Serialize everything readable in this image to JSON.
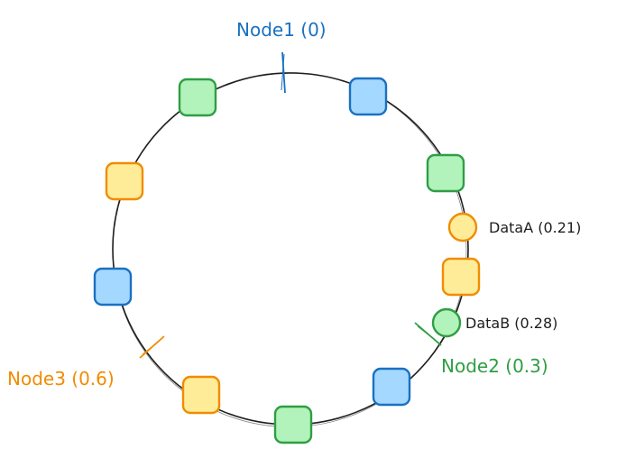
{
  "colors": {
    "ring": "#1e1e1e",
    "blue_fill": "#a5d8ff",
    "blue_stroke": "#1971c2",
    "green_fill": "#b2f2bb",
    "green_stroke": "#2f9e44",
    "yellow_fill": "#ffec99",
    "yellow_stroke": "#f08c00",
    "text": "#1e1e1e"
  },
  "nodes": [
    {
      "id": "node1",
      "label": "Node1 (0)",
      "position": 0,
      "color": "blue"
    },
    {
      "id": "node2",
      "label": "Node2 (0.3)",
      "position": 0.3,
      "color": "green"
    },
    {
      "id": "node3",
      "label": "Node3 (0.6)",
      "position": 0.6,
      "color": "yellow"
    }
  ],
  "virtual_nodes": [
    {
      "color": "blue"
    },
    {
      "color": "green"
    },
    {
      "color": "yellow"
    },
    {
      "color": "blue"
    },
    {
      "color": "green"
    },
    {
      "color": "yellow"
    },
    {
      "color": "blue"
    },
    {
      "color": "green"
    },
    {
      "color": "yellow"
    }
  ],
  "data_items": [
    {
      "id": "dataA",
      "label": "DataA (0.21)",
      "position": 0.21,
      "color": "yellow"
    },
    {
      "id": "dataB",
      "label": "DataB (0.28)",
      "position": 0.28,
      "color": "green"
    }
  ]
}
